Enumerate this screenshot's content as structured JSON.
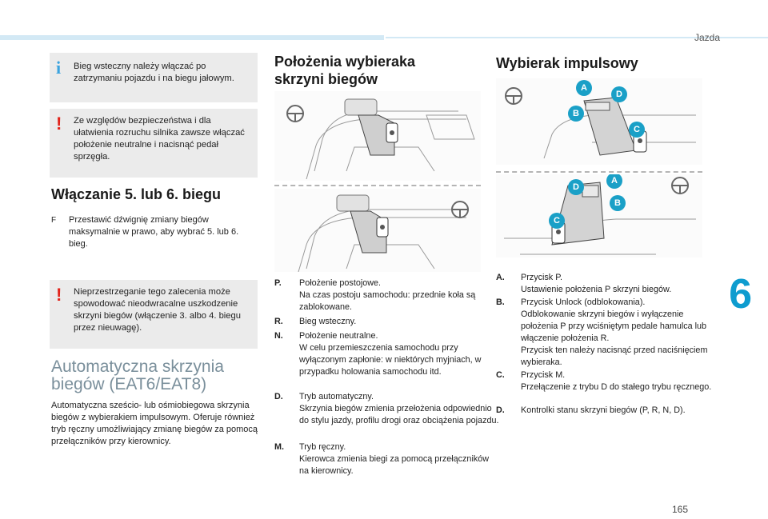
{
  "header": {
    "chapter_title": "Jazda",
    "chapter_number": "6",
    "page_number": "165"
  },
  "left": {
    "info_note": "Bieg wsteczny należy włączać po zatrzymaniu pojazdu i na biegu jałowym.",
    "warning_note_1": "Ze względów bezpieczeństwa i dla ułatwienia rozruchu silnika zawsze włączać położenie neutralne i nacisnąć pedał sprzęgła.",
    "section_title": "Włączanie 5. lub 6. biegu",
    "bullet_symbol": "F",
    "bullet_text": "Przestawić dźwignię zmiany biegów maksymalnie w prawo, aby wybrać 5. lub 6. bieg.",
    "warning_note_2": "Nieprzestrzeganie tego zalecenia może spowodować nieodwracalne uszkodzenie skrzyni biegów (włączenie 3. albo 4. biegu przez nieuwagę).",
    "auto_title_line1": "Automatyczna skrzynia",
    "auto_title_line2": "biegów (EAT6/EAT8)",
    "auto_text": "Automatyczna sześcio- lub ośmiobiegowa skrzynia biegów z wybierakiem impulsowym. Oferuje również tryb ręczny umożliwiający zmianę biegów za pomocą przełączników przy kierownicy."
  },
  "middle": {
    "title_line1": "Położenia wybieraka",
    "title_line2": "skrzyni biegów",
    "items": [
      {
        "key": "P.",
        "text": "Położenie postojowe.\nNa czas postoju samochodu: przednie koła są zablokowane."
      },
      {
        "key": "R.",
        "text": "Bieg wsteczny."
      },
      {
        "key": "N.",
        "text": "Położenie neutralne.\nW celu przemieszczenia samochodu przy wyłączonym zapłonie: w niektórych myjniach, w przypadku holowania samochodu itd."
      },
      {
        "key": "D.",
        "text": "Tryb automatyczny.\nSkrzynia biegów zmienia przełożenia odpowiednio do stylu jazdy, profilu drogi oraz obciążenia pojazdu."
      },
      {
        "key": "M.",
        "text": "Tryb ręczny.\nKierowca zmienia biegi za pomocą przełączników na kierownicy."
      }
    ]
  },
  "right": {
    "title": "Wybierak impulsowy",
    "badges": [
      "A",
      "B",
      "C",
      "D"
    ],
    "items": [
      {
        "key": "A.",
        "text": "Przycisk P.\nUstawienie położenia P skrzyni biegów."
      },
      {
        "key": "B.",
        "text": "Przycisk Unlock (odblokowania).\nOdblokowanie skrzyni biegów i wyłączenie położenia P przy wciśniętym pedale hamulca lub włączenie położenia R.\nPrzycisk ten należy nacisnąć przed naciśnięciem wybieraka."
      },
      {
        "key": "C.",
        "text": "Przycisk M.\nPrzełączenie z trybu D do stałego trybu ręcznego."
      },
      {
        "key": "D.",
        "text": "Kontrolki stanu skrzyni biegów (P, R, N, D)."
      }
    ]
  },
  "colors": {
    "accent": "#1aa0c7",
    "warning": "#e2231a",
    "info": "#3aa3df",
    "note_bg": "#ebebeb"
  }
}
